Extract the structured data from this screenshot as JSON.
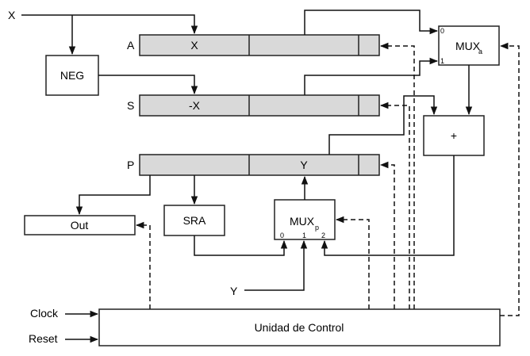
{
  "inputs": {
    "x": "X",
    "y": "Y",
    "clock": "Clock",
    "reset": "Reset"
  },
  "registers": [
    {
      "name": "A",
      "field_high": "X",
      "field_low": ""
    },
    {
      "name": "S",
      "field_high": "-X",
      "field_low": ""
    },
    {
      "name": "P",
      "field_high": "",
      "field_low": "Y"
    }
  ],
  "blocks": {
    "neg": "NEG",
    "adder": "+",
    "sra": "SRA",
    "out": "Out",
    "control_unit": "Unidad de Control"
  },
  "mux_a": {
    "label": "MUX",
    "subscript": "a",
    "inputs": [
      "0",
      "1"
    ]
  },
  "mux_p": {
    "label": "MUX",
    "subscript": "p",
    "inputs": [
      "0",
      "1",
      "2"
    ]
  }
}
